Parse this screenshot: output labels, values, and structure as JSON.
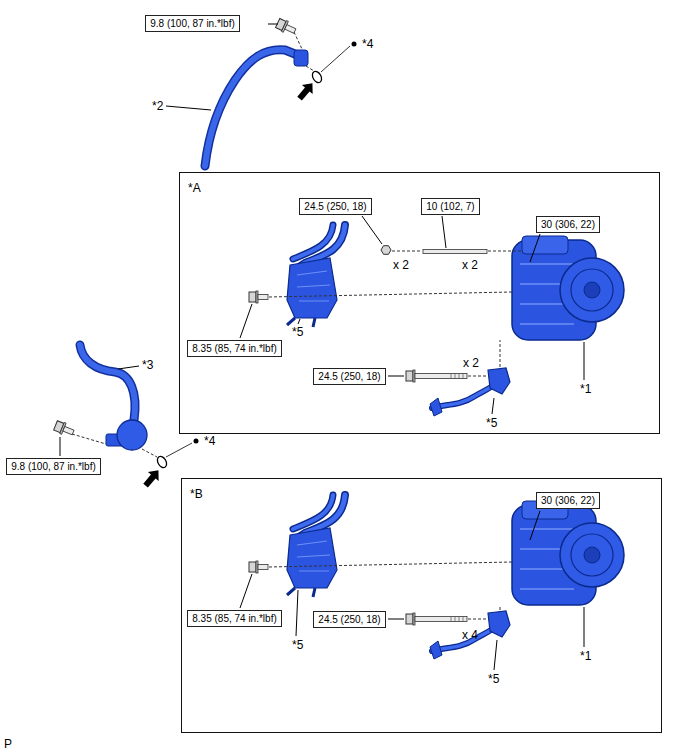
{
  "diagram": {
    "nodes": [
      {
        "text": [
          "9.8 (100, 87 in.*lbf)"
        ]
      },
      {
        "text": [
          "*A"
        ]
      },
      {
        "text": [
          "24.5 (250, 18)"
        ],
        "in": 1
      },
      {
        "text": [
          "10 (102, 7)"
        ],
        "in": 1
      },
      {
        "text": [
          "30 (306, 22)"
        ],
        "in": 1
      },
      {
        "text": [
          "8.35 (85, 74 in.*lbf)"
        ],
        "in": 1
      },
      {
        "text": [
          "24.5 (250, 18)"
        ],
        "in": 1
      },
      {
        "text": [
          "9.8 (100, 87 in.*lbf)"
        ]
      },
      {
        "text": [
          "*B"
        ]
      },
      {
        "text": [
          "30 (306, 22)"
        ],
        "in": 8
      },
      {
        "text": [
          "8.35 (85, 74 in.*lbf)"
        ],
        "in": 8
      },
      {
        "text": [
          "24.5 (250, 18)"
        ],
        "in": 8
      }
    ],
    "labels": [
      "*4",
      "*2",
      "x 2",
      "x 2",
      "*5",
      "*3",
      "x 2",
      "*1",
      "*5",
      "*4",
      "x 4",
      "*5",
      "*1",
      "*5",
      "P"
    ]
  }
}
